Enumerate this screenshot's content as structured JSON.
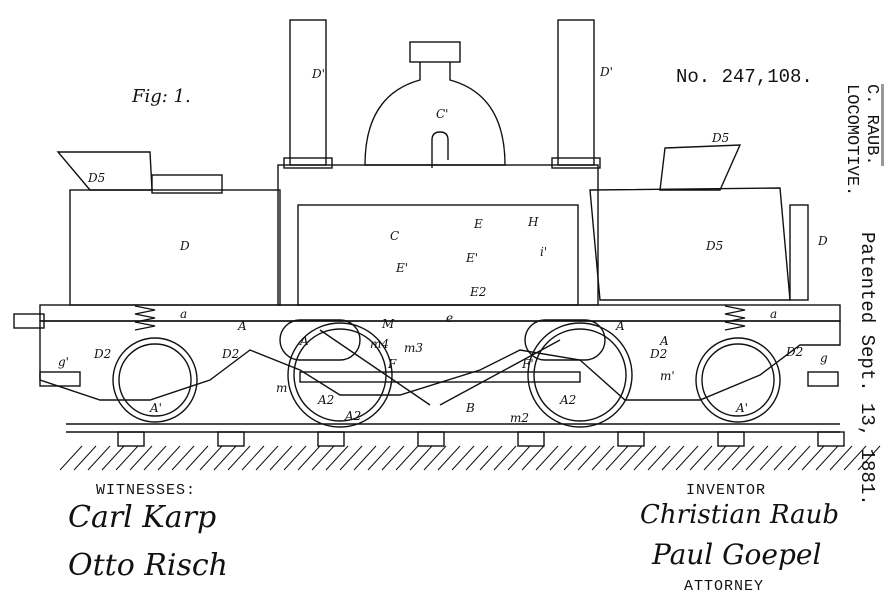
{
  "header": {
    "patent_number": "No. 247,108.",
    "inventor_name": "C. RAUB.",
    "title": "LOCOMOTIVE.",
    "patent_date": "Patented Sept. 13, 1881.",
    "figure_label": "Fig: 1."
  },
  "figure": {
    "part_labels": [
      "D'",
      "D'",
      "C'",
      "D5",
      "D5",
      "D",
      "D5",
      "D",
      "C",
      "E",
      "E'",
      "E'",
      "E2",
      "H",
      "i'",
      "a",
      "a",
      "A",
      "A",
      "A",
      "A",
      "M",
      "m4",
      "e",
      "D2",
      "D2",
      "D2",
      "D2",
      "A'",
      "A'",
      "A2",
      "A2",
      "A2",
      "F",
      "F'",
      "m",
      "m'",
      "m2",
      "m3",
      "B",
      "g'",
      "g"
    ]
  },
  "footer": {
    "witnesses_label": "WITNESSES:",
    "witness_1": "Carl Karp",
    "witness_2": "Otto Risch",
    "inventor_label": "INVENTOR",
    "inventor_signature": "Christian Raub",
    "attorney_signature": "Paul Goepel",
    "attorney_label": "ATTORNEY"
  }
}
